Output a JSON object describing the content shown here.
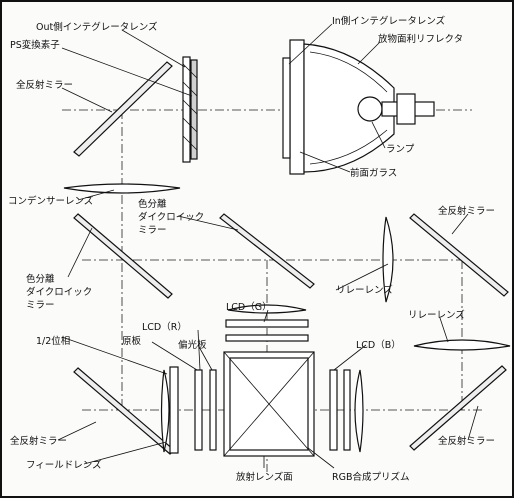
{
  "labels": {
    "out_integrator": "Out側インテグレータレンズ",
    "in_integrator": "In側インテグレータレンズ",
    "ps_converter": "PS変換素子",
    "paraboloid_reflector": "放物面利リフレクタ",
    "total_mirror_top_left": "全反射ミラー",
    "lamp": "ランプ",
    "front_glass": "前面ガラス",
    "condenser_lens": "コンデンサーレンズ",
    "dichroic_center_1": "色分離",
    "dichroic_center_2": "ダイクロイック",
    "dichroic_center_3": "ミラー",
    "total_mirror_top_right": "全反射ミラー",
    "dichroic_left_1": "色分離",
    "dichroic_left_2": "ダイクロイック",
    "dichroic_left_3": "ミラー",
    "relay_lens_1": "リレーレンズ",
    "lcd_g": "LCD（G）",
    "lcd_r": "LCD（R）",
    "relay_lens_2": "リレーレンズ",
    "half_wave": "1/2位相",
    "source_plate": "原板",
    "polarizer": "偏光板",
    "lcd_b": "LCD（B）",
    "total_mirror_bottom_left": "全反射ミラー",
    "field_lens": "フィールドレンズ",
    "total_mirror_bottom_right": "全反射ミラー",
    "exit_face": "放射レンズ面",
    "rgb_prism": "RGB合成プリズム"
  }
}
